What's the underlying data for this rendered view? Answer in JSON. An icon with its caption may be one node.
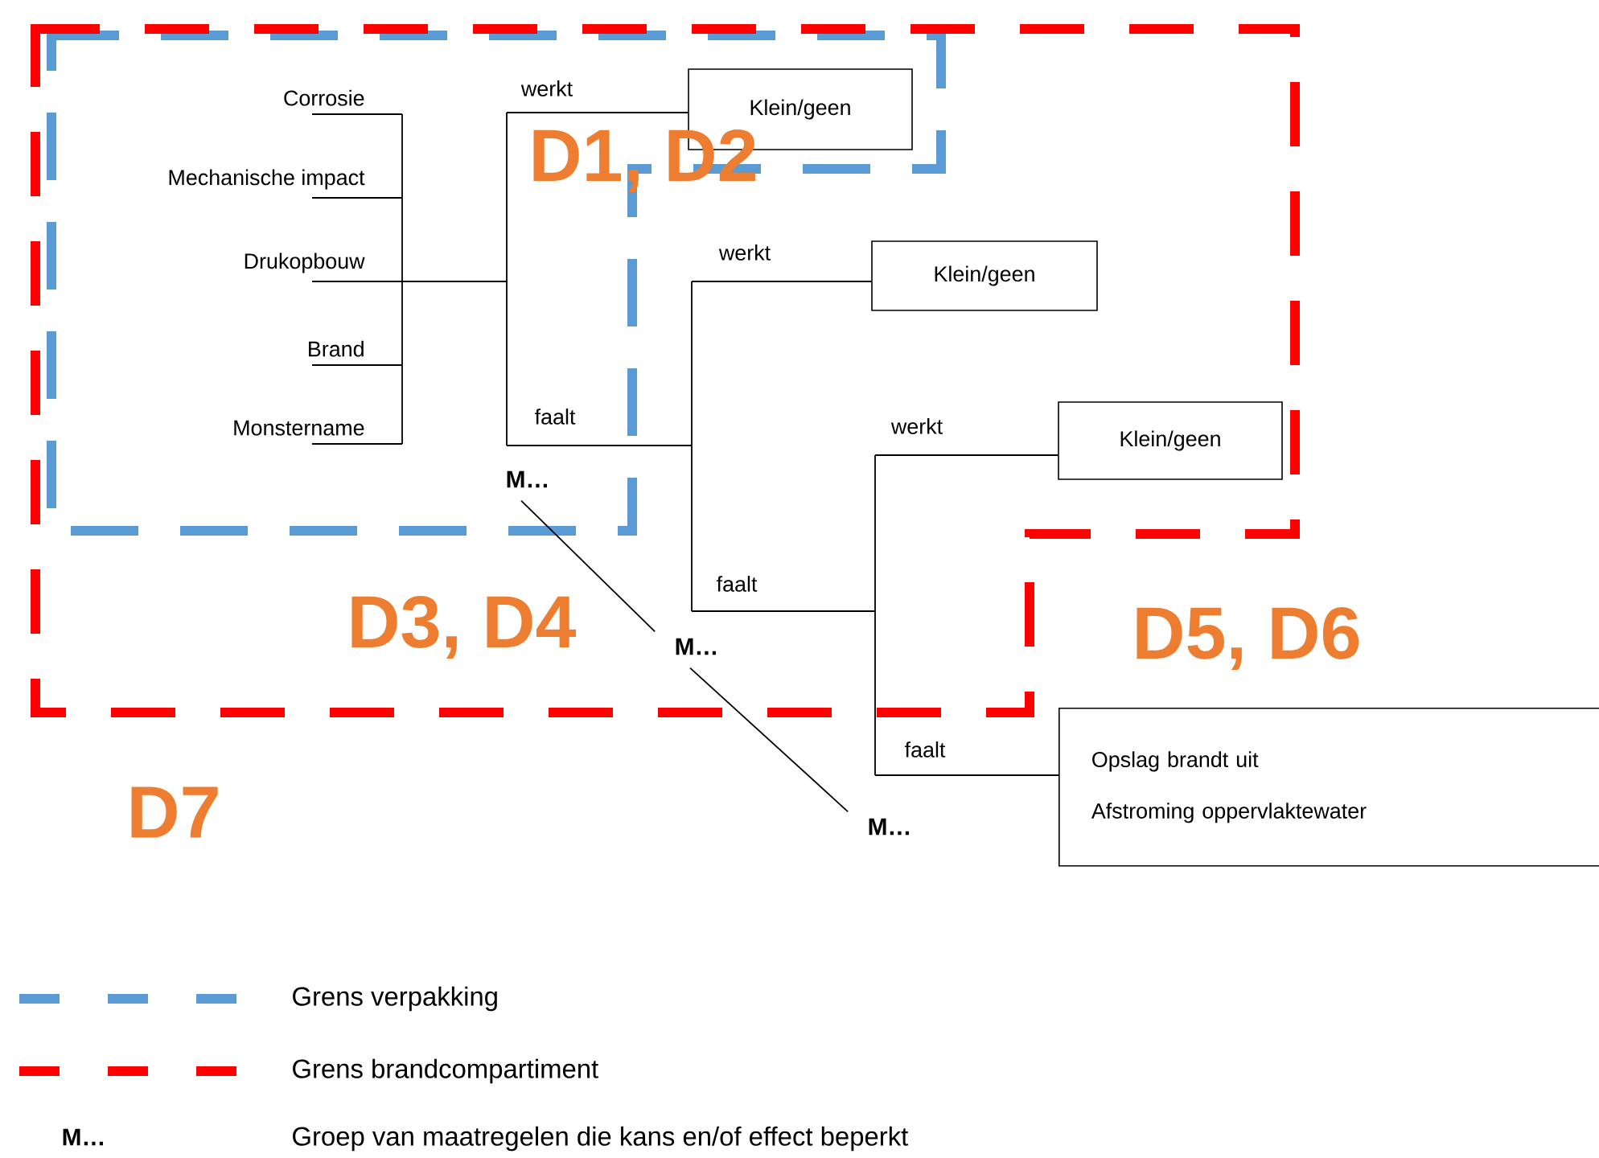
{
  "diagram": {
    "nodes": [
      {
        "text": [
          "Corrosie"
        ]
      },
      {
        "text": [
          "Mechanische impact"
        ]
      },
      {
        "text": [
          "Drukopbouw"
        ]
      },
      {
        "text": [
          "Brand"
        ]
      },
      {
        "text": [
          "Monstername"
        ]
      },
      {
        "text": [
          "Klein/geen"
        ]
      },
      {
        "text": [
          "Klein/geen"
        ]
      },
      {
        "text": [
          "Klein/geen"
        ]
      },
      {
        "text": [
          "Opslag brandt uit",
          "Afstroming oppervlaktewater"
        ]
      },
      {
        "text": [
          "M…"
        ]
      },
      {
        "text": [
          "M…"
        ]
      },
      {
        "text": [
          "M…"
        ]
      }
    ],
    "edges": [
      {
        "from": 0,
        "to": null,
        "arrow": "none"
      },
      {
        "from": 1,
        "to": null,
        "arrow": "none"
      },
      {
        "from": 2,
        "to": null,
        "arrow": "none"
      },
      {
        "from": 3,
        "to": null,
        "arrow": "none"
      },
      {
        "from": 4,
        "to": null,
        "arrow": "none"
      },
      {
        "from": null,
        "to": 5,
        "arrow": "none",
        "label": "werkt"
      },
      {
        "from": null,
        "to": 6,
        "arrow": "none",
        "label": "werkt"
      },
      {
        "from": null,
        "to": 7,
        "arrow": "none",
        "label": "werkt"
      },
      {
        "from": null,
        "to": 8,
        "arrow": "none",
        "label": "faalt"
      },
      {
        "from": 9,
        "to": 10,
        "arrow": "none"
      },
      {
        "from": 10,
        "to": 11,
        "arrow": "none"
      }
    ],
    "labels": [
      "D1, D2",
      "faalt",
      "D3, D4",
      "faalt",
      "D5, D6",
      "D7",
      "M…"
    ],
    "legend": [
      {
        "text": "Grens verpakking"
      },
      {
        "text": "Grens brandcompartiment"
      },
      {
        "text": "Groep van maatregelen die kans en/of effect beperkt"
      }
    ]
  }
}
